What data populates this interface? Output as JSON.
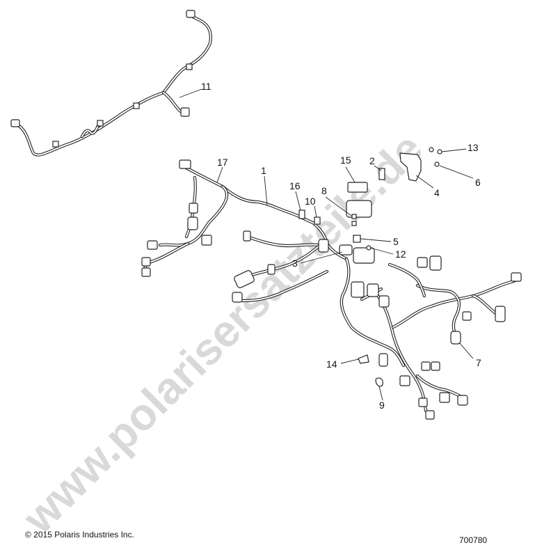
{
  "watermark": "www.polarisersatzteile.de",
  "copyright": "© 2015 Polaris Industries Inc.",
  "diagram_number": "700780",
  "callouts": [
    "1",
    "2",
    "3",
    "4",
    "5",
    "6",
    "7",
    "8",
    "9",
    "10",
    "11",
    "12",
    "13",
    "14",
    "15",
    "16",
    "17"
  ]
}
